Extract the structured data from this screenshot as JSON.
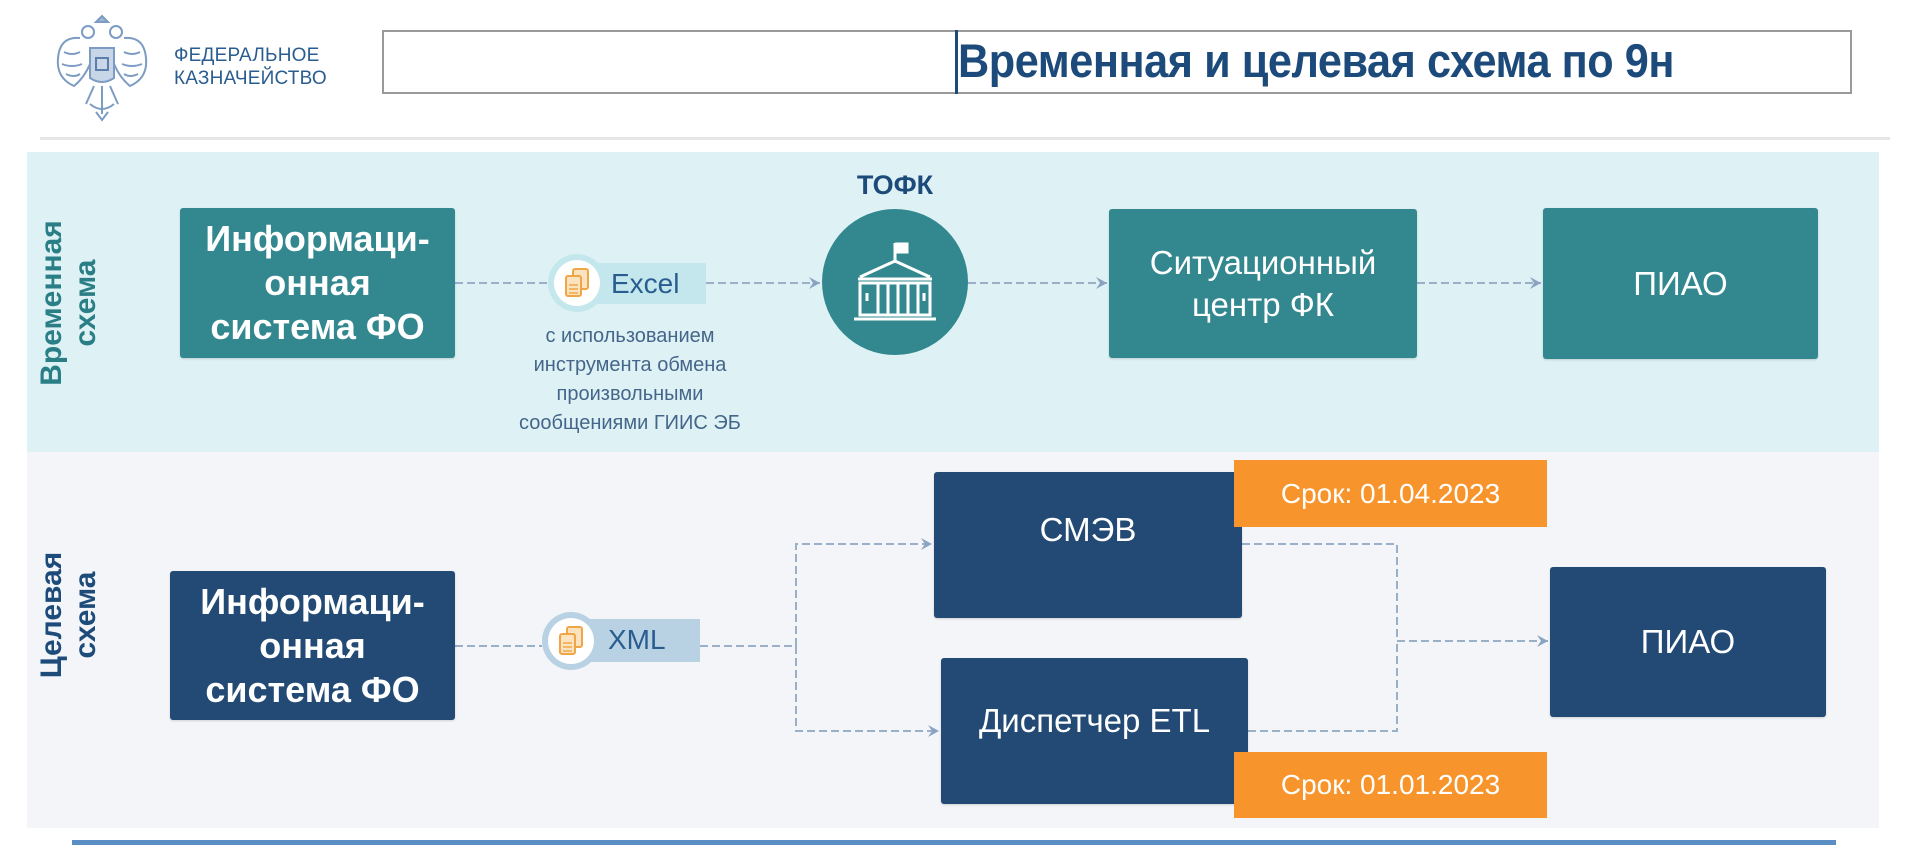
{
  "header": {
    "logo_line1": "ФЕДЕРАЛЬНОЕ",
    "logo_line2": "КАЗНАЧЕЙСТВО",
    "logo_icon": "double-headed-eagle-emblem",
    "title": "Временная и целевая схема по 9н"
  },
  "colors": {
    "teal": "#338890",
    "navy": "#224a74",
    "orange": "#f7952c",
    "temp_band": "#def2f5",
    "target_band": "#f3f5f9",
    "title_blue": "#1c4a7a",
    "accent_line": "#5b8ec4"
  },
  "temporary_scheme": {
    "label_line1": "Временная",
    "label_line2": "схема",
    "source": {
      "line1": "Информаци-",
      "line2": "онная",
      "line3": "система ФО"
    },
    "format": {
      "label": "Excel",
      "icon": "documents-icon"
    },
    "description": {
      "line1": "с использованием",
      "line2": "инструмента обмена",
      "line3": "произвольными",
      "line4": "сообщениями ГИИС ЭБ"
    },
    "hub": {
      "label": "ТОФК",
      "icon": "government-building-icon"
    },
    "situation_center": {
      "line1": "Ситуационный",
      "line2": "центр ФК"
    },
    "destination": "ПИАО"
  },
  "target_scheme": {
    "label_line1": "Целевая",
    "label_line2": "схема",
    "source": {
      "line1": "Информаци-",
      "line2": "онная",
      "line3": "система ФО"
    },
    "format": {
      "label": "XML",
      "icon": "documents-icon"
    },
    "channels": [
      {
        "name": "СМЭВ",
        "deadline": "Срок: 01.04.2023"
      },
      {
        "name": "Диспетчер ETL",
        "deadline": "Срок: 01.01.2023"
      }
    ],
    "destination": "ПИАО"
  }
}
